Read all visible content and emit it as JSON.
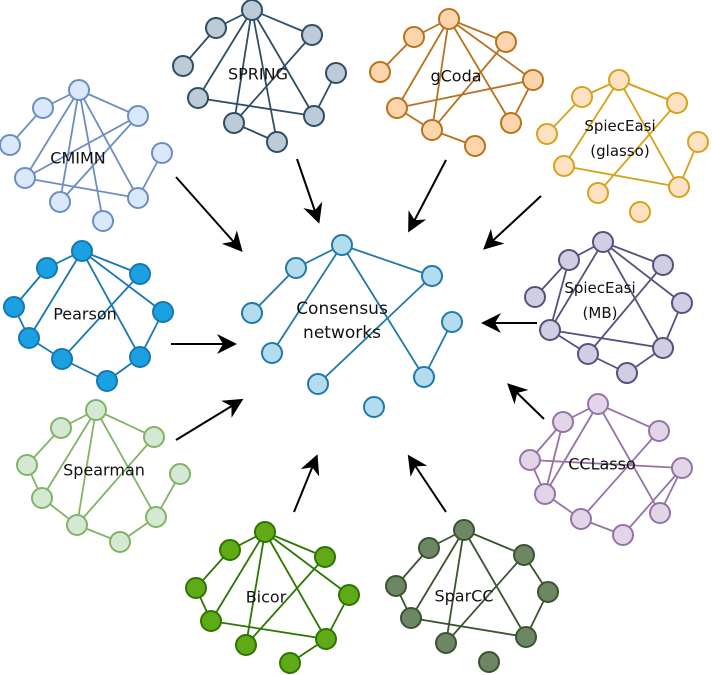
{
  "center": {
    "label_lines": [
      "Consensus",
      "networks"
    ],
    "fill": "#b3dcef",
    "stroke": "#2179a8"
  },
  "networks": [
    {
      "id": "cmimn",
      "label_lines": [
        "CMIMN"
      ],
      "fill": "#dae8fc",
      "stroke": "#6c8ebf"
    },
    {
      "id": "spring",
      "label_lines": [
        "SPRING"
      ],
      "fill": "#bccbd7",
      "stroke": "#2e4e66"
    },
    {
      "id": "gcoda",
      "label_lines": [
        "gCoda"
      ],
      "fill": "#fdd5ad",
      "stroke": "#b8721d"
    },
    {
      "id": "spieceasi-glasso",
      "label_lines": [
        "SpiecEasi",
        "(glasso)"
      ],
      "fill": "#ffe2c4",
      "stroke": "#d6a21b"
    },
    {
      "id": "pearson",
      "label_lines": [
        "Pearson"
      ],
      "fill": "#1ba1e2",
      "stroke": "#1677b3"
    },
    {
      "id": "spieceasi-mb",
      "label_lines": [
        "SpiecEasi",
        "(MB)"
      ],
      "fill": "#d0cee2",
      "stroke": "#56517e"
    },
    {
      "id": "spearman",
      "label_lines": [
        "Spearman"
      ],
      "fill": "#d5e8d4",
      "stroke": "#82b366"
    },
    {
      "id": "cclasso",
      "label_lines": [
        "CCLasso"
      ],
      "fill": "#e1d5e7",
      "stroke": "#9673a6"
    },
    {
      "id": "bicor",
      "label_lines": [
        "Bicor"
      ],
      "fill": "#60a917",
      "stroke": "#2d7600"
    },
    {
      "id": "sparcc",
      "label_lines": [
        "SparCC"
      ],
      "fill": "#6d8764",
      "stroke": "#3a5431"
    }
  ],
  "arrows": [
    {
      "from": "cmimn",
      "to": "center"
    },
    {
      "from": "spring",
      "to": "center"
    },
    {
      "from": "gcoda",
      "to": "center"
    },
    {
      "from": "spieceasi-glasso",
      "to": "center"
    },
    {
      "from": "pearson",
      "to": "center"
    },
    {
      "from": "spieceasi-mb",
      "to": "center"
    },
    {
      "from": "spearman",
      "to": "center"
    },
    {
      "from": "cclasso",
      "to": "center"
    },
    {
      "from": "bicor",
      "to": "center"
    },
    {
      "from": "sparcc",
      "to": "center"
    }
  ]
}
